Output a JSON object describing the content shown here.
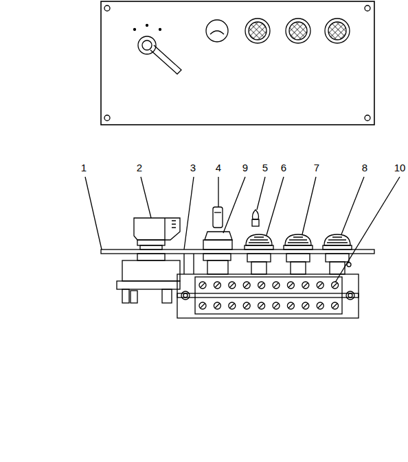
{
  "diagram": {
    "labels": [
      "1",
      "2",
      "3",
      "4",
      "9",
      "5",
      "6",
      "7",
      "8",
      "10"
    ]
  }
}
